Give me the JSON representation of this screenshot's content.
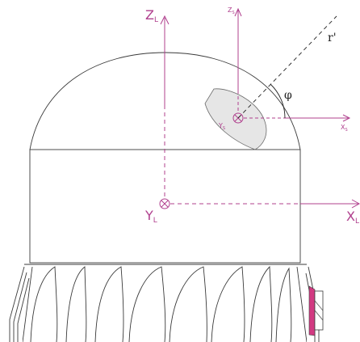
{
  "colors": {
    "outline": "#3a3a3a",
    "axis": "#b0408e",
    "ray": "#222222",
    "plate_fill": "#e6e6e6",
    "accent_fill": "#d23a82"
  },
  "labels": {
    "zl": "Z",
    "zl_sub": "L",
    "yl": "Y",
    "yl_sub": "L",
    "xl": "X",
    "xl_sub": "L",
    "zs": "Z",
    "zs_sub": "S",
    "ys": "Y",
    "ys_sub": "S",
    "xs": "X",
    "xs_sub": "S",
    "ray": "r'",
    "angle": "φ"
  }
}
